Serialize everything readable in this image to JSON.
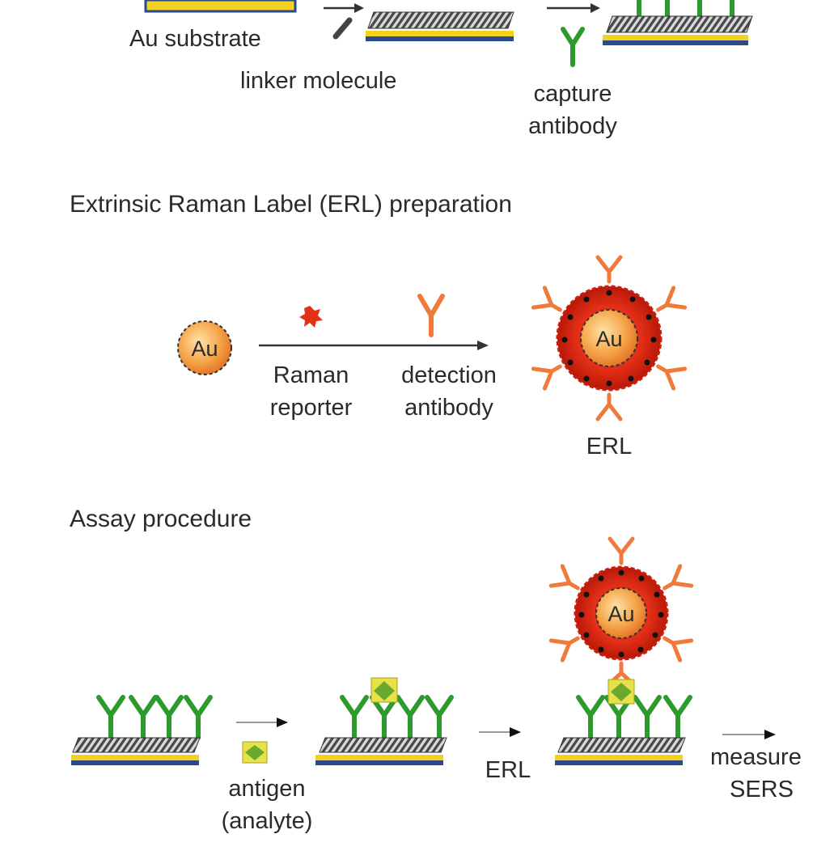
{
  "substrate_prep": {
    "au_substrate_label": "Au substrate",
    "linker_label": "linker molecule",
    "capture_label_line1": "capture",
    "capture_label_line2": "antibody"
  },
  "erl_prep": {
    "heading": "Extrinsic Raman Label (ERL) preparation",
    "au_particle_label": "Au",
    "raman_line1": "Raman",
    "raman_line2": "reporter",
    "detection_line1": "detection",
    "detection_line2": "antibody",
    "erl_au_label": "Au",
    "erl_label": "ERL"
  },
  "assay": {
    "heading": "Assay procedure",
    "antigen_line1": "antigen",
    "antigen_line2": "(analyte)",
    "erl_step_label": "ERL",
    "final_au_label": "Au",
    "measure_line1": "measure",
    "measure_line2": "SERS"
  },
  "colors": {
    "substrate_gold": "#f2d21e",
    "substrate_blue": "#2a4a8c",
    "linker_gray": "#555555",
    "capture_green": "#2c9a2c",
    "detection_orange": "#f07a3a",
    "au_orange": "#f5a64a",
    "raman_red": "#e53018",
    "antigen_yellow": "#e8e24a",
    "antigen_green": "#6aa82e"
  }
}
